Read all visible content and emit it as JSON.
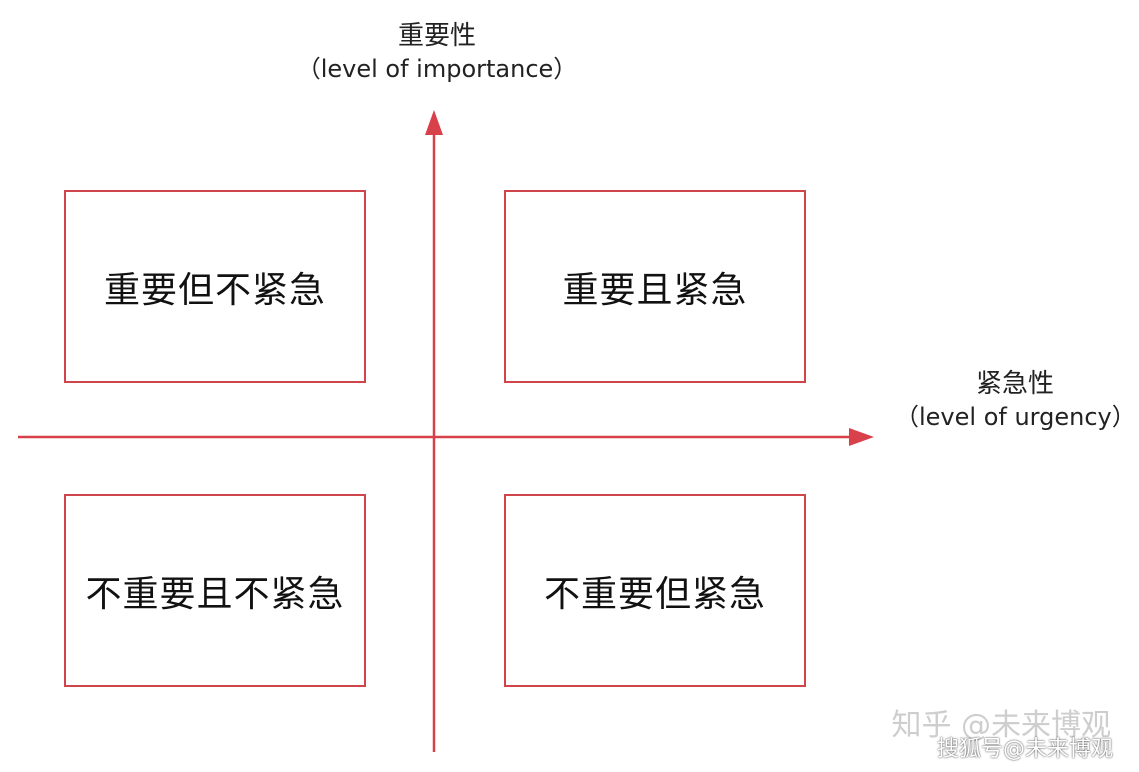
{
  "colors": {
    "axis": "#d9414a",
    "box_border": "#d0454c",
    "text": "#111111"
  },
  "axes": {
    "y": {
      "title": "重要性",
      "subtitle": "（level of importance）"
    },
    "x": {
      "title": "紧急性",
      "subtitle": "（level of urgency）"
    }
  },
  "quadrants": {
    "top_left": "重要但不紧急",
    "top_right": "重要且紧急",
    "bottom_left": "不重要且不紧急",
    "bottom_right": "不重要但紧急"
  },
  "watermarks": {
    "zhihu": "知乎 @未来博观",
    "sohu": "搜狐号@未来博观"
  }
}
